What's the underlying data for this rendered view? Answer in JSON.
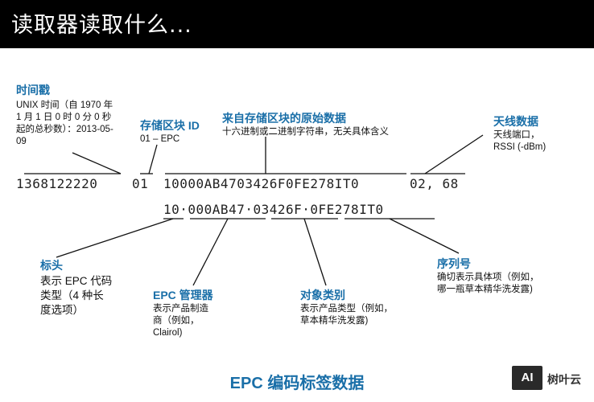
{
  "header": {
    "title": "读取器读取什么..."
  },
  "timestamp": {
    "title": "时间戳",
    "desc": [
      "UNIX 时间（自 1970 年",
      "1 月 1 日 0 时 0 分 0 秒",
      "起的总秒数）：2013-05-",
      "09"
    ]
  },
  "memory_block": {
    "title": "存储区块 ID",
    "desc": "01 – EPC"
  },
  "raw_data": {
    "title": "来自存储区块的原始数据",
    "desc": "十六进制或二进制字符串，无关具体含义"
  },
  "antenna": {
    "title": "天线数据",
    "desc": [
      "天线端口，",
      "RSSI (-dBm)"
    ]
  },
  "read_string": {
    "part1": "1368122220",
    "part2": "01",
    "part3": "10000AB4703426F0FE278IT0",
    "part4": "02, 68"
  },
  "epc_string": "10·000AB47·03426F·0FE278IT0",
  "header_field": {
    "title": "标头",
    "desc": [
      "表示 EPC 代码",
      "类型（4 种长",
      "度选项）"
    ]
  },
  "epc_manager": {
    "title": "EPC 管理器",
    "desc": [
      "表示产品制造",
      "商（例如，",
      "Clairol)"
    ]
  },
  "object_class": {
    "title": "对象类别",
    "desc": [
      "表示产品类型（例如，",
      "草本精华洗发露)"
    ]
  },
  "serial": {
    "title": "序列号",
    "desc": [
      "确切表示具体项（例如，",
      "哪一瓶草本精华洗发露)"
    ]
  },
  "footer": {
    "title": "EPC 编码标签数据"
  },
  "logo": {
    "mark": "AI",
    "name": "树叶云"
  }
}
